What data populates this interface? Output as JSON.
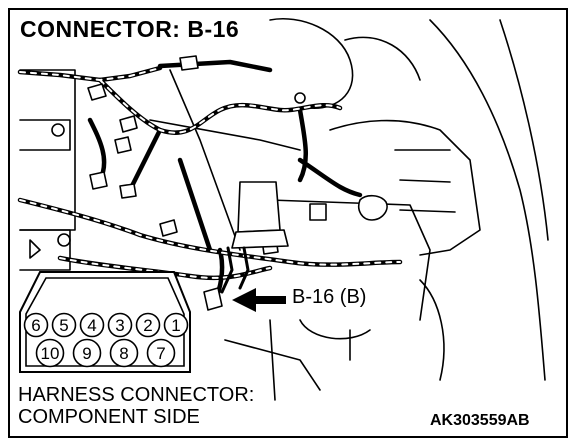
{
  "title": "CONNECTOR: B-16",
  "callout_label": "B-16 (B)",
  "caption_line1": "HARNESS CONNECTOR:",
  "caption_line2": "COMPONENT SIDE",
  "figure_code": "AK303559AB",
  "connector": {
    "top_row": [
      "6",
      "5",
      "4",
      "3",
      "2",
      "1"
    ],
    "bottom_row": [
      "10",
      "9",
      "8",
      "7"
    ]
  },
  "colors": {
    "line": "#000000",
    "background": "#ffffff"
  }
}
